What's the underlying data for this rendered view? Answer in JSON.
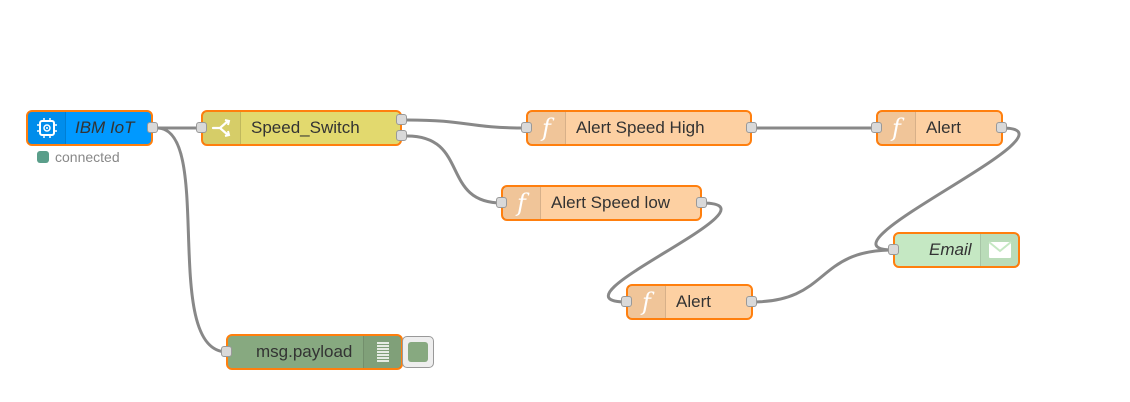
{
  "nodes": {
    "ibm_iot": {
      "label": "IBM IoT",
      "status": "connected",
      "color": "#0099ff",
      "icon": "ibm-iot-chip-icon"
    },
    "speed_switch": {
      "label": "Speed_Switch",
      "color": "#e2d96e",
      "icon": "switch-icon"
    },
    "alert_speed_high": {
      "label": "Alert Speed High",
      "color": "#fdd0a2",
      "icon": "function-icon"
    },
    "alert_top": {
      "label": "Alert",
      "color": "#fdd0a2",
      "icon": "function-icon"
    },
    "alert_speed_low": {
      "label": "Alert Speed low",
      "color": "#fdd0a2",
      "icon": "function-icon"
    },
    "alert_bottom": {
      "label": "Alert",
      "color": "#fdd0a2",
      "icon": "function-icon"
    },
    "email": {
      "label": "Email",
      "color": "#c5e8c3",
      "icon": "envelope-icon"
    },
    "msg_payload": {
      "label": "msg.payload",
      "color": "#87a980",
      "icon": "debug-list-icon"
    }
  },
  "colors": {
    "selected_border": "#ff7f0e",
    "wire": "#888888",
    "status_dot": "#5a9e8a"
  }
}
